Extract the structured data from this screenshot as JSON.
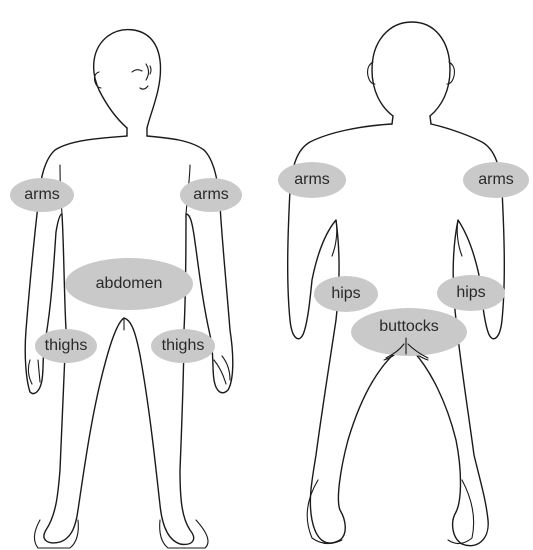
{
  "front_view": {
    "labels": {
      "arm_left": "arms",
      "arm_right": "arms",
      "abdomen": "abdomen",
      "thigh_left": "thighs",
      "thigh_right": "thighs"
    }
  },
  "back_view": {
    "labels": {
      "arm_left": "arms",
      "arm_right": "arms",
      "hip_left": "hips",
      "hip_right": "hips",
      "buttocks": "buttocks"
    }
  },
  "colors": {
    "zone_fill": "#c9c9c9",
    "outline": "#1a1a1a",
    "background": "#ffffff"
  }
}
